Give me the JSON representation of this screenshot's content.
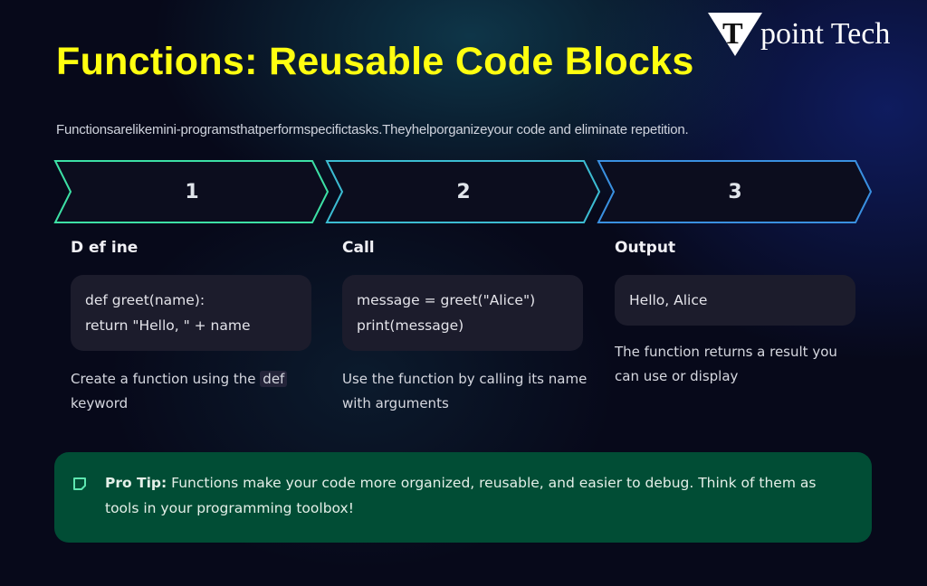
{
  "title": "Functions: Reusable Code Blocks",
  "logo": {
    "text": "point Tech",
    "letter": "T"
  },
  "description": "Functionsarelikemini-programsthatperformspecifictasks.Theyhelporganizeyour code and eliminate repetition.",
  "steps": [
    {
      "number": "1",
      "heading": "D ef ine",
      "code": [
        "def greet(name):",
        "return \"Hello, \" + name"
      ],
      "note_pre": "Create a function using the ",
      "note_kw": "def",
      "note_post": " keyword",
      "color": "#3de0a5"
    },
    {
      "number": "2",
      "heading": "Call",
      "code": [
        "message = greet(\"Alice\")",
        "print(message)"
      ],
      "note": "Use the function by calling its name with arguments",
      "color": "#3cbcd2"
    },
    {
      "number": "3",
      "heading": "Output",
      "code": [
        "Hello, Alice"
      ],
      "note": "The function returns a result you can use or display",
      "color": "#3a90e0"
    }
  ],
  "tip": {
    "label": "Pro Tip:",
    "text": " Functions make your code more organized, reusable, and easier to debug. Think of them as tools in your programming toolbox!"
  }
}
